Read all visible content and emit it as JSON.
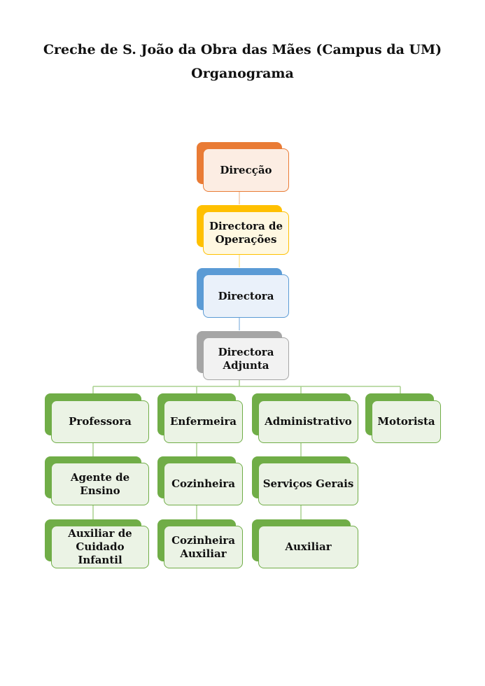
{
  "header": {
    "title": "Creche de S. João da Obra das Mães (Campus da UM)",
    "subtitle": "Organograma"
  },
  "colors": {
    "orange": "#E97B35",
    "yellow": "#FFC000",
    "blue": "#5B9BD5",
    "gray": "#A5A5A5",
    "green": "#70AD47",
    "line_top_orange": "#F3C9A8",
    "line_top_yellow": "#FFE599",
    "line_top_blue": "#9DC3E6",
    "line_green": "#A9D18E"
  },
  "nodes": {
    "direccao": "Direcção",
    "directora_operacoes": "Directora de\nOperações",
    "directora": "Directora",
    "directora_adjunta": "Directora\nAdjunta",
    "professora": "Professora",
    "agente_ensino": "Agente de\nEnsino",
    "auxiliar_cuidado": "Auxiliar de\nCuidado\nInfantil",
    "enfermeira": "Enfermeira",
    "cozinheira": "Cozinheira",
    "cozinheira_auxiliar": "Cozinheira\nAuxiliar",
    "administrativo": "Administrativo",
    "servicos_gerais": "Serviços Gerais",
    "auxiliar": "Auxiliar",
    "motorista": "Motorista"
  }
}
